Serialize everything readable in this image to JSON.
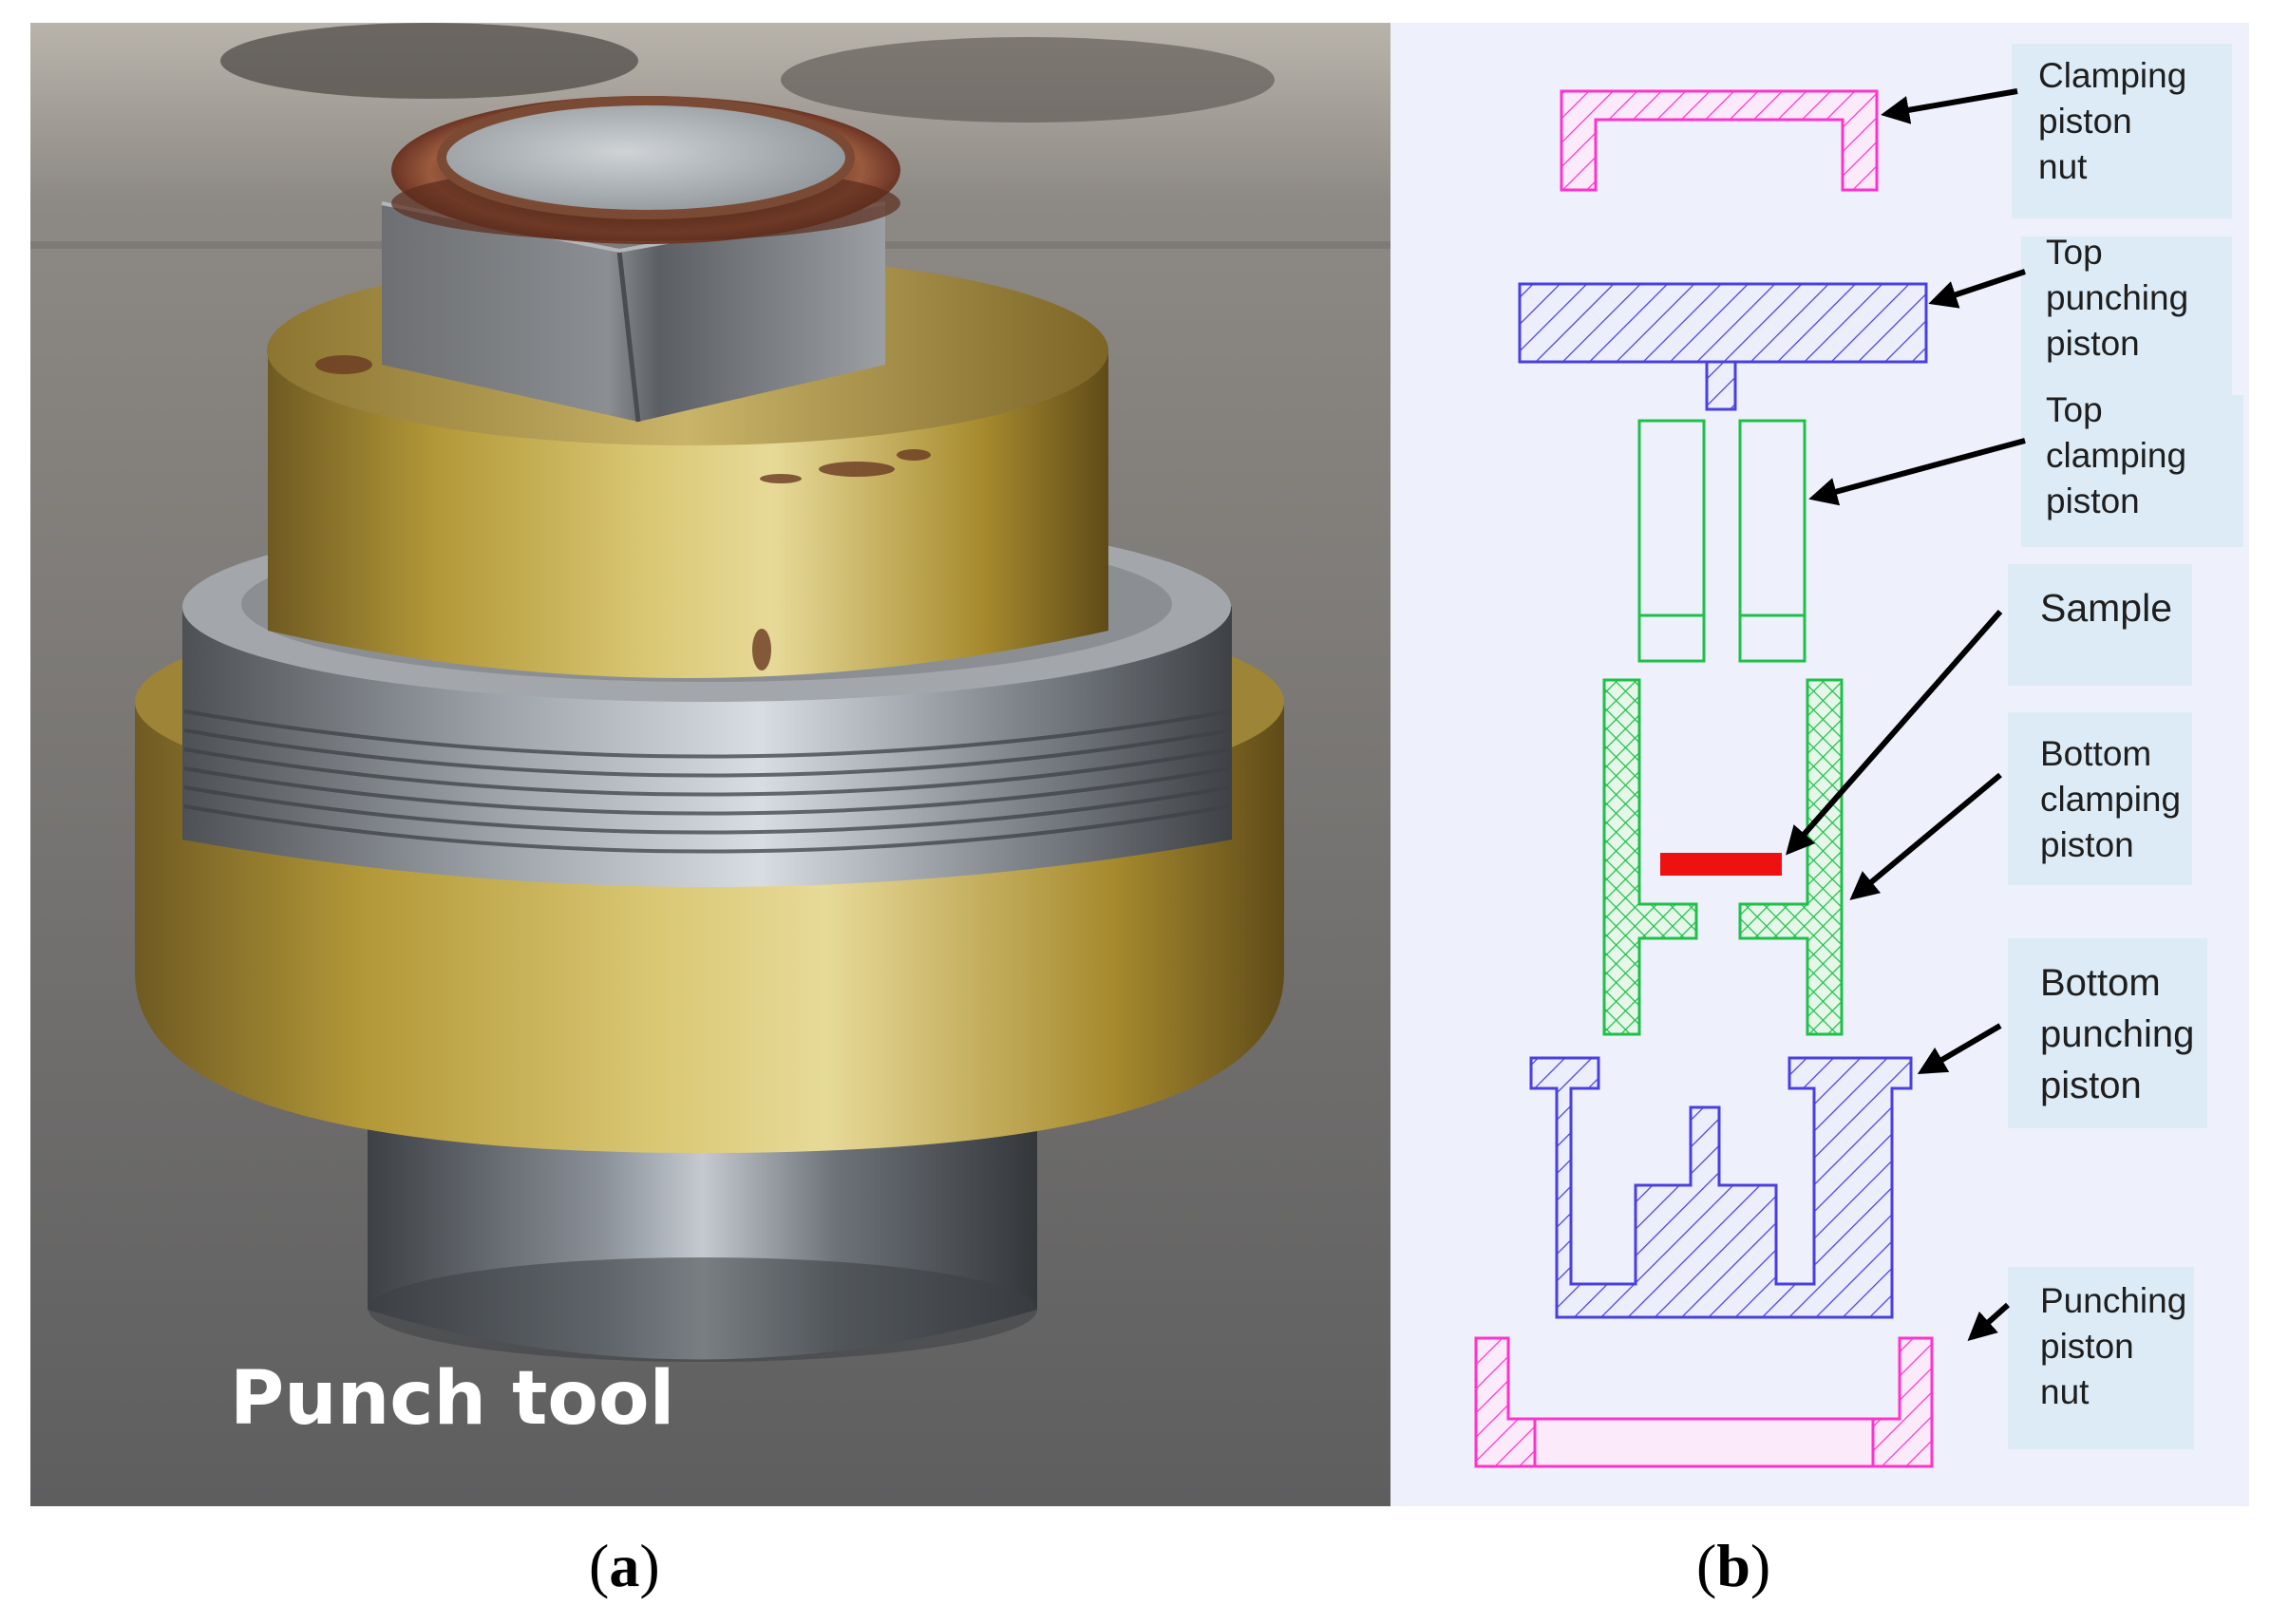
{
  "figure": {
    "panel_a": {
      "caption_letter": "a",
      "photo_label": "Punch tool"
    },
    "panel_b": {
      "caption_letter": "b",
      "callouts": [
        {
          "id": "clamping-piston-nut",
          "lines": [
            "Clamping",
            "piston",
            "nut"
          ]
        },
        {
          "id": "top-punching-piston",
          "lines": [
            "Top",
            "punching",
            "piston"
          ]
        },
        {
          "id": "top-clamping-piston",
          "lines": [
            "Top",
            "clamping",
            "piston"
          ]
        },
        {
          "id": "sample",
          "lines": [
            "Sample"
          ]
        },
        {
          "id": "bottom-clamping-piston",
          "lines": [
            "Bottom",
            "clamping",
            "piston"
          ]
        },
        {
          "id": "bottom-punching-piston",
          "lines": [
            "Bottom",
            "punching",
            "piston"
          ]
        },
        {
          "id": "punching-piston-nut",
          "lines": [
            "Punching",
            "piston",
            "nut"
          ]
        }
      ]
    }
  },
  "colors": {
    "nut_magenta": "#ff33cc",
    "punching_blue": "#4a3fe0",
    "clamping_green": "#1fc04a",
    "sample_red": "#ee1111",
    "diagram_bg": "#eef1fb",
    "callout_bg": "#dcebf5",
    "brass": "#b89a3a",
    "steel": "#8f939a",
    "copper": "#8a4a30"
  }
}
